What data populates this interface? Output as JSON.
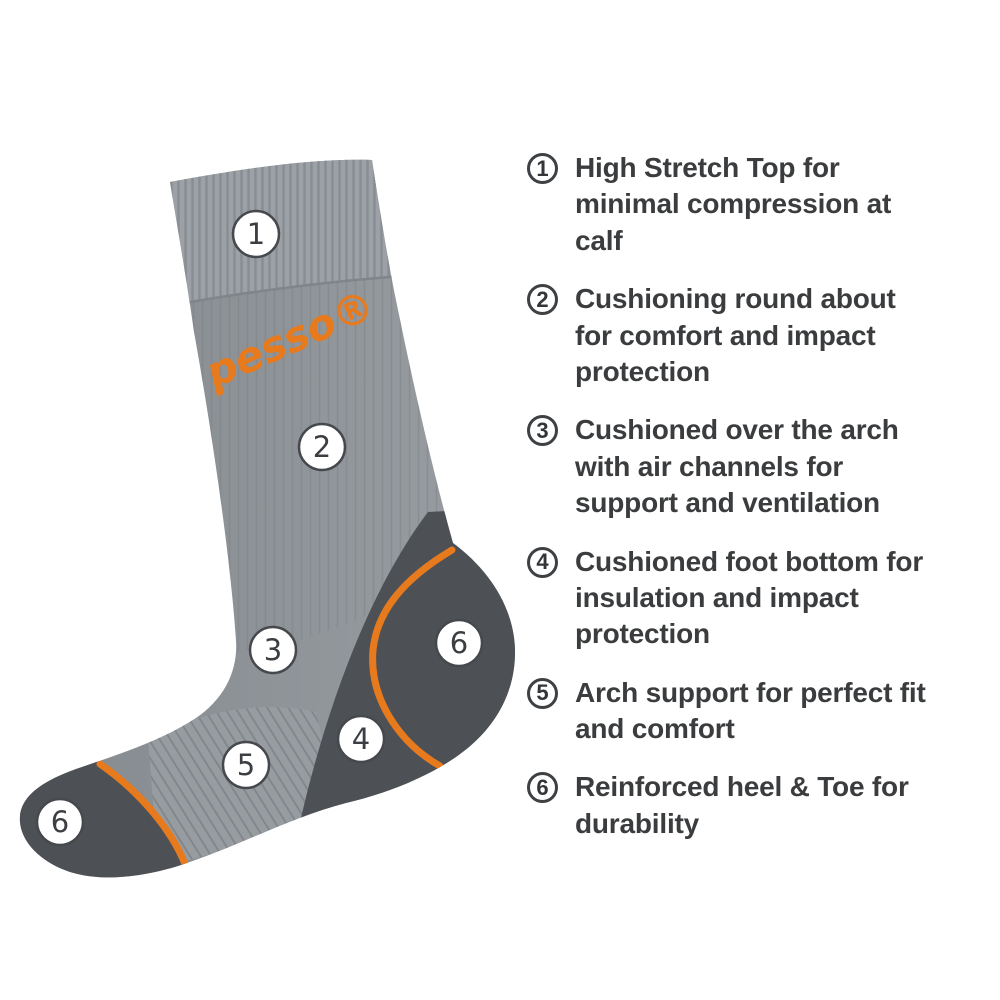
{
  "brand": {
    "logo_text": "pesso®"
  },
  "sock": {
    "badges": [
      {
        "number": "1",
        "label": "callout-1-high-stretch-top"
      },
      {
        "number": "2",
        "label": "callout-2-cushioning-round-about"
      },
      {
        "number": "3",
        "label": "callout-3-cushioned-arch"
      },
      {
        "number": "4",
        "label": "callout-4-cushioned-foot-bottom"
      },
      {
        "number": "5",
        "label": "callout-5-arch-support"
      },
      {
        "number": "6",
        "label": "callout-6-reinforced-heel"
      },
      {
        "number": "6",
        "label": "callout-6-reinforced-toe"
      }
    ]
  },
  "legend": {
    "items": [
      {
        "number": "1",
        "text": "High Stretch Top for minimal compression at calf"
      },
      {
        "number": "2",
        "text": "Cushioning round about for comfort and impact protection"
      },
      {
        "number": "3",
        "text": "Cushioned over the arch with air channels for support and ventilation"
      },
      {
        "number": "4",
        "text": "Cushioned foot bottom for insulation and impact protection"
      },
      {
        "number": "5",
        "text": "Arch support for perfect fit and comfort"
      },
      {
        "number": "6",
        "text": "Reinforced heel & Toe for durability"
      }
    ]
  },
  "colors": {
    "accent_orange": "#E87A1E",
    "sock_gray": "#8E9398",
    "sock_gray_light": "#9BA1A6",
    "dark_panel_gray": "#4D5156",
    "text_dark": "#3A3C3E",
    "background": "#FFFFFF"
  }
}
